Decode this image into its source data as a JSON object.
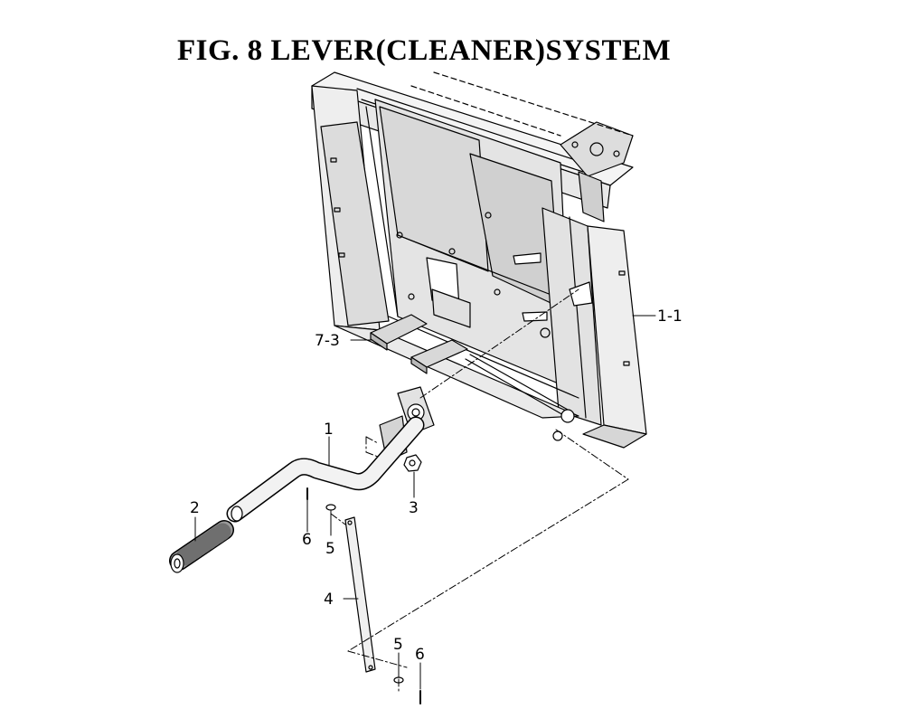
{
  "title": "FIG. 8  LEVER(CLEANER)SYSTEM",
  "callouts": [
    {
      "id": "1-1",
      "label": "1-1"
    },
    {
      "id": "7-3",
      "label": "7-3"
    },
    {
      "id": "1",
      "label": "1"
    },
    {
      "id": "2",
      "label": "2"
    },
    {
      "id": "3",
      "label": "3"
    },
    {
      "id": "4",
      "label": "4"
    },
    {
      "id": "5a",
      "label": "5"
    },
    {
      "id": "6a",
      "label": "6"
    },
    {
      "id": "5b",
      "label": "5"
    },
    {
      "id": "6b",
      "label": "6"
    }
  ]
}
